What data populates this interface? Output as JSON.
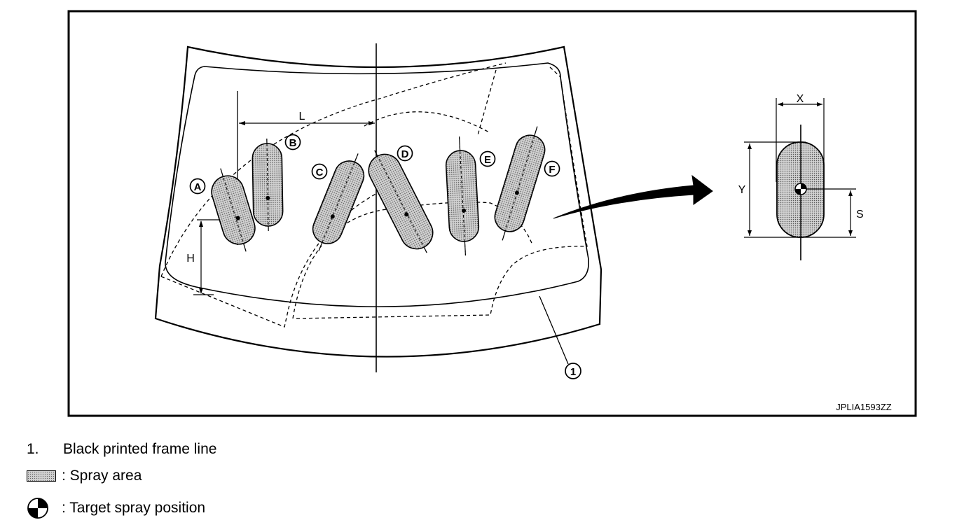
{
  "figure": {
    "code": "JPLIA1593ZZ",
    "markers": [
      "A",
      "B",
      "C",
      "D",
      "E",
      "F"
    ],
    "callout": "1",
    "dims": {
      "L": "L",
      "H": "H",
      "X": "X",
      "Y": "Y",
      "S": "S"
    }
  },
  "legend": {
    "item1_number": "1.",
    "item1_text": "Black printed frame line",
    "spray_area": ": Spray area",
    "target_spray": ": Target spray position"
  },
  "colors": {
    "spray_fill": "#cfcfcf",
    "line": "#000000",
    "frame": "#000000"
  }
}
